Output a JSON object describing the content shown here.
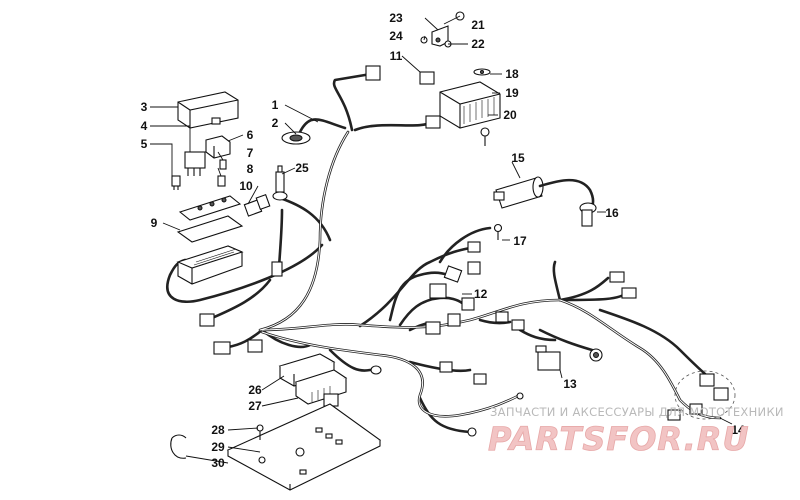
{
  "callouts": [
    {
      "num": "1"
    },
    {
      "num": "2"
    },
    {
      "num": "3"
    },
    {
      "num": "4"
    },
    {
      "num": "5"
    },
    {
      "num": "6"
    },
    {
      "num": "7"
    },
    {
      "num": "8"
    },
    {
      "num": "9"
    },
    {
      "num": "10"
    },
    {
      "num": "11"
    },
    {
      "num": "12"
    },
    {
      "num": "13"
    },
    {
      "num": "14"
    },
    {
      "num": "15"
    },
    {
      "num": "16"
    },
    {
      "num": "17"
    },
    {
      "num": "18"
    },
    {
      "num": "19"
    },
    {
      "num": "20"
    },
    {
      "num": "21"
    },
    {
      "num": "22"
    },
    {
      "num": "23"
    },
    {
      "num": "24"
    },
    {
      "num": "25"
    },
    {
      "num": "26"
    },
    {
      "num": "27"
    },
    {
      "num": "28"
    },
    {
      "num": "29"
    },
    {
      "num": "30"
    }
  ],
  "watermark": {
    "caption": "ЗАПЧАСТИ И АКСЕССУАРЫ ДЛЯ МОТОТЕХНИКИ",
    "logo": "PARTSFOR.RU",
    "text_color": "#b9b9b9",
    "logo_color": "#f2c4c4"
  }
}
